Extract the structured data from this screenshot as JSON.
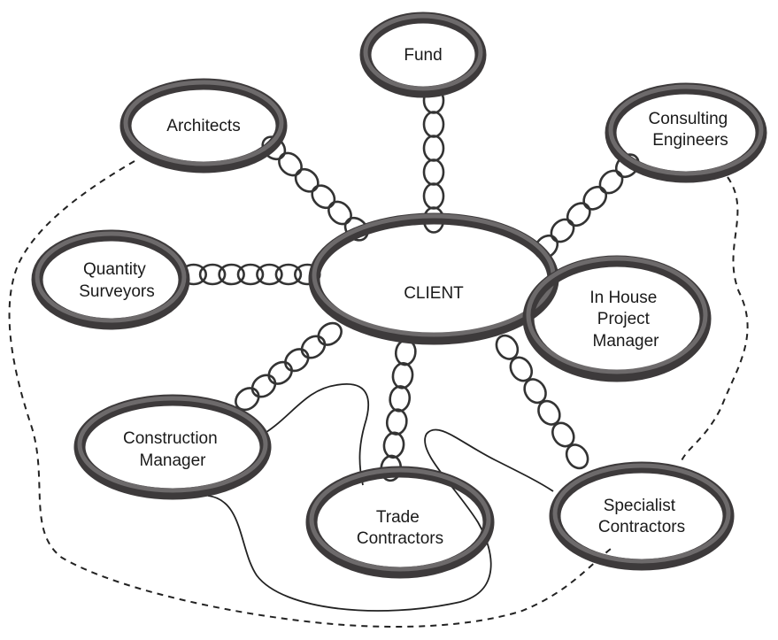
{
  "diagram": {
    "center": {
      "label_lines": [
        "CLIENT"
      ]
    },
    "nodes": [
      {
        "id": "fund",
        "label_lines": [
          "Fund"
        ]
      },
      {
        "id": "architects",
        "label_lines": [
          "Architects"
        ]
      },
      {
        "id": "consulting",
        "label_lines": [
          "Consulting",
          "Engineers"
        ]
      },
      {
        "id": "quantity",
        "label_lines": [
          "Quantity",
          "Surveyors"
        ]
      },
      {
        "id": "inhouse",
        "label_lines": [
          "In House",
          "Project",
          "Manager"
        ]
      },
      {
        "id": "construction",
        "label_lines": [
          "Construction",
          "Manager"
        ]
      },
      {
        "id": "trade",
        "label_lines": [
          "Trade",
          "Contractors"
        ]
      },
      {
        "id": "specialist",
        "label_lines": [
          "Specialist",
          "Contractors"
        ]
      }
    ],
    "colors": {
      "ring": "#3d3a3b",
      "ring_highlight": "#6d6a6b",
      "chain": "#333333",
      "line": "#222222"
    }
  }
}
